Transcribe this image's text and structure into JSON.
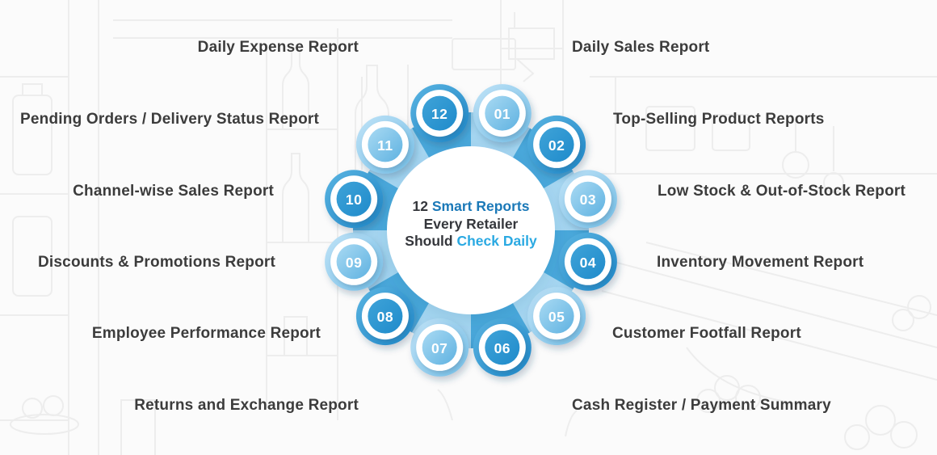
{
  "center": {
    "line1_dark": "12",
    "line1_blue": "Smart Reports",
    "line2": "Every Retailer",
    "line3_dark": "Should",
    "line3_blue": "Check Daily"
  },
  "items": [
    {
      "number": "01",
      "label": "Daily Sales Report",
      "side": "right",
      "tone": "light"
    },
    {
      "number": "02",
      "label": "Top-Selling Product Reports",
      "side": "right",
      "tone": "dark"
    },
    {
      "number": "03",
      "label": "Low Stock & Out-of-Stock Report",
      "side": "right",
      "tone": "light"
    },
    {
      "number": "04",
      "label": "Inventory Movement Report",
      "side": "right",
      "tone": "dark"
    },
    {
      "number": "05",
      "label": "Customer Footfall Report",
      "side": "right",
      "tone": "light"
    },
    {
      "number": "06",
      "label": "Cash Register / Payment Summary",
      "side": "right",
      "tone": "dark"
    },
    {
      "number": "07",
      "label": "Returns and Exchange Report",
      "side": "left",
      "tone": "light"
    },
    {
      "number": "08",
      "label": "Employee Performance Report",
      "side": "left",
      "tone": "dark"
    },
    {
      "number": "09",
      "label": "Discounts & Promotions Report",
      "side": "left",
      "tone": "light"
    },
    {
      "number": "10",
      "label": "Channel-wise Sales Report",
      "side": "left",
      "tone": "dark"
    },
    {
      "number": "11",
      "label": "Pending Orders / Delivery Status Report",
      "side": "left",
      "tone": "light"
    },
    {
      "number": "12",
      "label": "Daily Expense Report",
      "side": "left",
      "tone": "dark"
    }
  ],
  "colors": {
    "canvas_bg": "#FBFBFB",
    "decor_stroke": "#EDEDED",
    "label_color": "#3C3C3C",
    "title_dark": "#35373C",
    "title_blue": "#1B79B8",
    "title_cyan": "#2AA9E2",
    "number_color": "#FFFFFF",
    "center_circle": "#FFFFFF",
    "dark": {
      "sector": "#49A8DB",
      "blob_from": "#5BB4E1",
      "blob_to": "#1E87C8",
      "inner_from": "#3FA3D8",
      "inner_to": "#1F8BCB"
    },
    "light": {
      "sector": "#A5D6F1",
      "blob_from": "#C0E3F7",
      "blob_to": "#76BFE7",
      "inner_from": "#A9DAF3",
      "inner_to": "#5FB2E1"
    }
  }
}
